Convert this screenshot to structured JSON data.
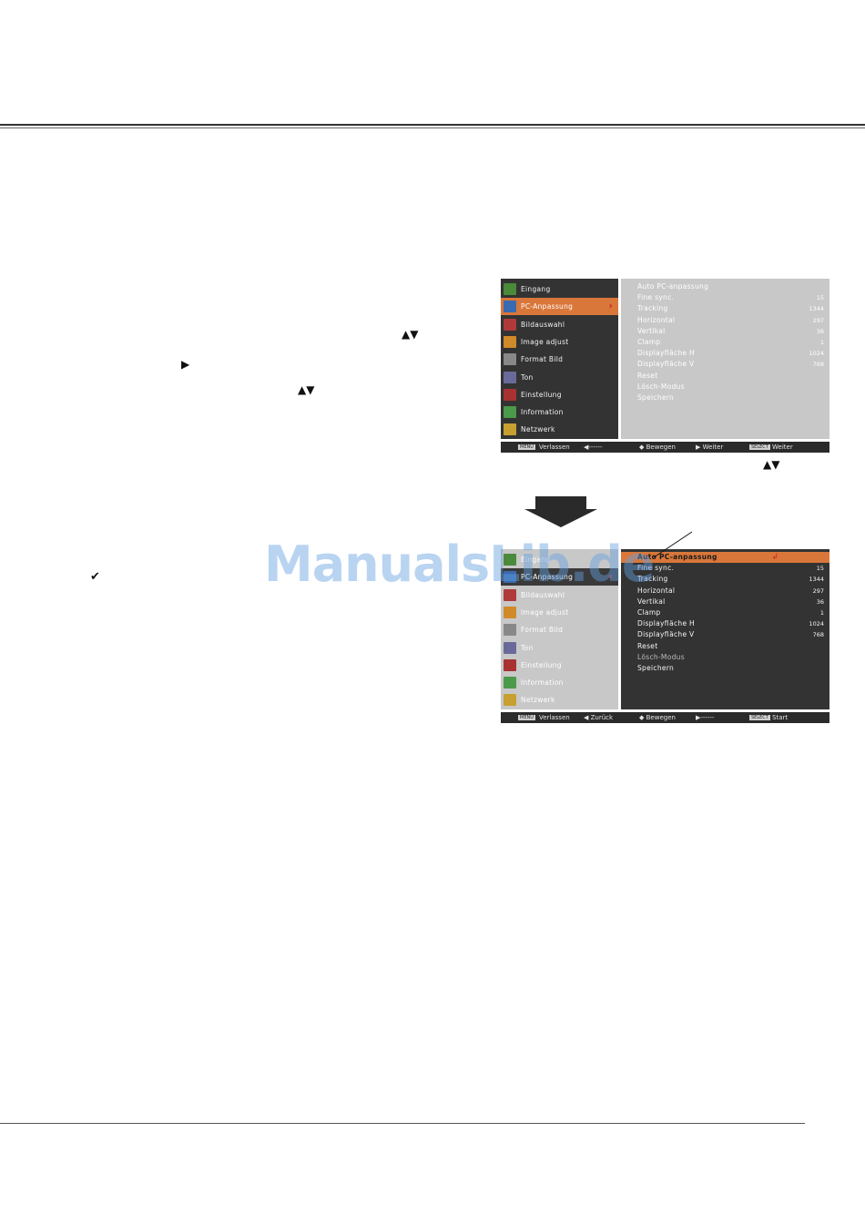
{
  "instructions": {
    "glyph_updown_1": "▲▼",
    "glyph_right": "▶",
    "glyph_updown_2": "▲▼",
    "glyph_updown_3": "▲▼",
    "checkmark": "✔"
  },
  "osd1": {
    "menu_items": [
      {
        "label": "Eingang",
        "icon": "input-icon",
        "color": "#4a8a3a"
      },
      {
        "label": "PC-Anpassung",
        "icon": "pc-adjust-icon",
        "color": "#3a6ab0",
        "selected": true
      },
      {
        "label": "Bildauswahl",
        "icon": "image-select-icon",
        "color": "#b03a3a"
      },
      {
        "label": "Image adjust",
        "icon": "image-adjust-icon",
        "color": "#d08a2a"
      },
      {
        "label": "Format Bild",
        "icon": "screen-format-icon",
        "color": "#888888"
      },
      {
        "label": "Ton",
        "icon": "sound-icon",
        "color": "#6a6a9a"
      },
      {
        "label": "Einstellung",
        "icon": "setting-icon",
        "color": "#a83232"
      },
      {
        "label": "Information",
        "icon": "information-icon",
        "color": "#4a9a4a"
      },
      {
        "label": "Netzwerk",
        "icon": "network-icon",
        "color": "#c8a030"
      }
    ],
    "submenu": [
      {
        "label": "Auto PC-anpassung",
        "value": ""
      },
      {
        "label": "Fine sync.",
        "value": "15"
      },
      {
        "label": "Tracking",
        "value": "1344"
      },
      {
        "label": "Horizontal",
        "value": "297"
      },
      {
        "label": "Vertikal",
        "value": "36"
      },
      {
        "label": "Clamp",
        "value": "1"
      },
      {
        "label": "Displayfläche H",
        "value": "1024"
      },
      {
        "label": "Displayfläche V",
        "value": "768"
      },
      {
        "label": "Reset",
        "value": ""
      },
      {
        "label": "Lösch-Modus",
        "value": ""
      },
      {
        "label": "Speichern",
        "value": ""
      }
    ],
    "footer": {
      "menu_key": "MENU",
      "exit": "Verlassen",
      "back": "◀------",
      "move": "◆ Bewegen",
      "next": "▶ Weiter",
      "select_key": "SELECT",
      "select_action": "Weiter"
    }
  },
  "osd2": {
    "menu_items": [
      {
        "label": "Eingang",
        "icon": "input-icon",
        "color": "#4a8a3a"
      },
      {
        "label": "PC-Anpassung",
        "icon": "pc-adjust-icon",
        "color": "#3a6ab0",
        "selected": true
      },
      {
        "label": "Bildauswahl",
        "icon": "image-select-icon",
        "color": "#b03a3a"
      },
      {
        "label": "Image adjust",
        "icon": "image-adjust-icon",
        "color": "#d08a2a"
      },
      {
        "label": "Format Bild",
        "icon": "screen-format-icon",
        "color": "#888888"
      },
      {
        "label": "Ton",
        "icon": "sound-icon",
        "color": "#6a6a9a"
      },
      {
        "label": "Einstellung",
        "icon": "setting-icon",
        "color": "#a83232"
      },
      {
        "label": "Information",
        "icon": "information-icon",
        "color": "#4a9a4a"
      },
      {
        "label": "Netzwerk",
        "icon": "network-icon",
        "color": "#c8a030"
      }
    ],
    "submenu": [
      {
        "label": "Auto PC-anpassung",
        "value": "↲",
        "selected": true
      },
      {
        "label": "Fine sync.",
        "value": "15"
      },
      {
        "label": "Tracking",
        "value": "1344"
      },
      {
        "label": "Horizontal",
        "value": "297"
      },
      {
        "label": "Vertikal",
        "value": "36"
      },
      {
        "label": "Clamp",
        "value": "1"
      },
      {
        "label": "Displayfläche H",
        "value": "1024"
      },
      {
        "label": "Displayfläche V",
        "value": "768"
      },
      {
        "label": "Reset",
        "value": ""
      },
      {
        "label": "Lösch-Modus",
        "value": "",
        "dim": true
      },
      {
        "label": "Speichern",
        "value": ""
      }
    ],
    "footer": {
      "menu_key": "MENU",
      "exit": "Verlassen",
      "back": "◀ Zurück",
      "move": "◆ Bewegen",
      "next": "▶------",
      "select_key": "SELECT",
      "select_action": "Start"
    }
  },
  "watermark": "ManualsLib.de",
  "colors": {
    "accent_orange": "#d9773a",
    "panel_dark": "#333333",
    "panel_grey": "#c8c8c8"
  }
}
